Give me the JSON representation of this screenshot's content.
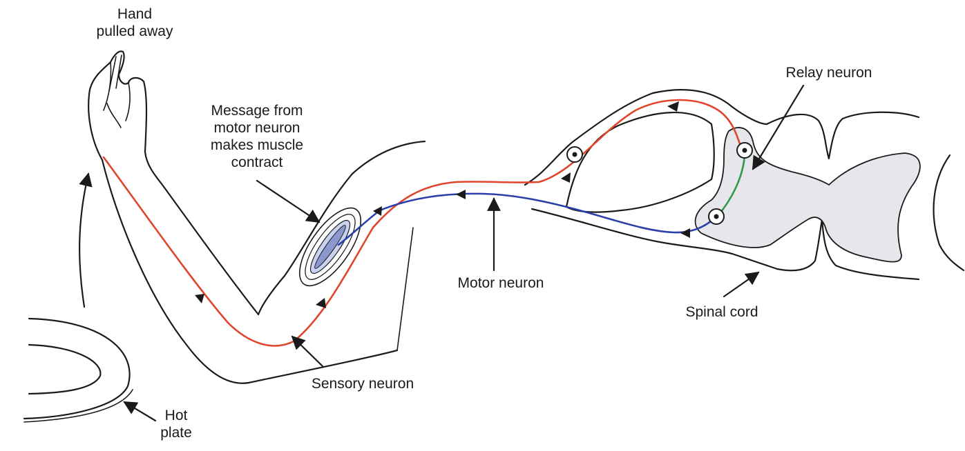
{
  "labels": {
    "hand": [
      "Hand",
      "pulled away"
    ],
    "message": [
      "Message from",
      "motor neuron",
      "makes muscle",
      "contract"
    ],
    "relay": "Relay neuron",
    "motor": "Motor neuron",
    "spinal": "Spinal cord",
    "sensory": "Sensory neuron",
    "hotplate": [
      "Hot",
      "plate"
    ]
  },
  "colors": {
    "sensory_neuron": "#e0452b",
    "motor_neuron": "#2a3fa8",
    "relay_neuron": "#2e9a47",
    "grey_matter": "#e6e6ec",
    "outline": "#1a1a1a"
  }
}
